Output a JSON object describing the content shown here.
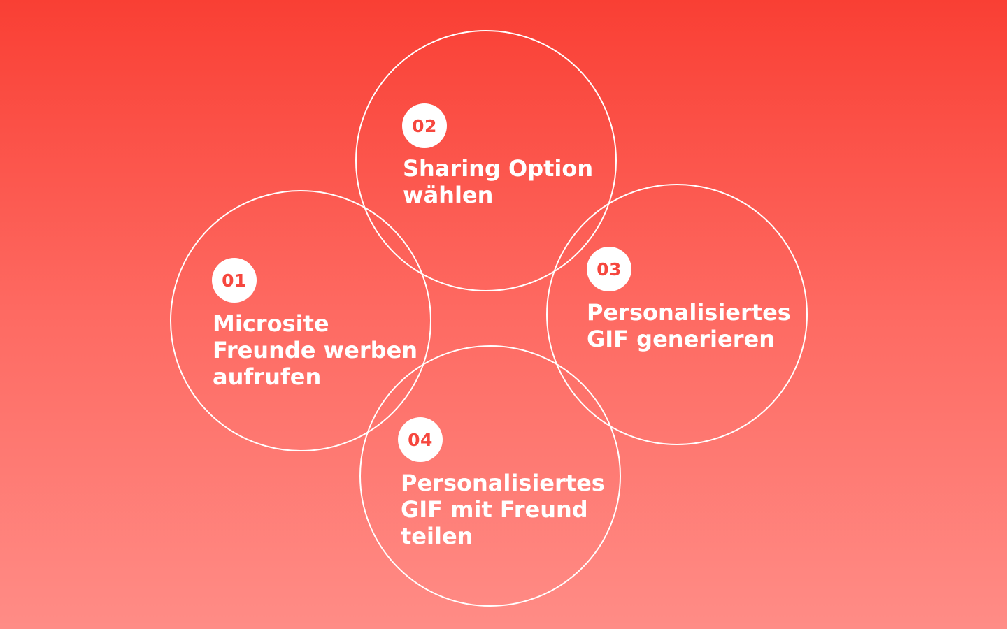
{
  "steps": [
    {
      "number": "01",
      "lines": [
        "Microsite",
        "Freunde werben",
        "aufrufen"
      ]
    },
    {
      "number": "02",
      "lines": [
        "Sharing Option",
        "wählen"
      ]
    },
    {
      "number": "03",
      "lines": [
        "Personalisiertes",
        "GIF generieren"
      ]
    },
    {
      "number": "04",
      "lines": [
        "Personalisiertes",
        "GIF mit Freund",
        "teilen"
      ]
    }
  ],
  "colors": {
    "background_top": "#f93f34",
    "background_bottom": "#ff8c86",
    "badge_text": "#f6473e",
    "stroke": "#ffffff"
  }
}
